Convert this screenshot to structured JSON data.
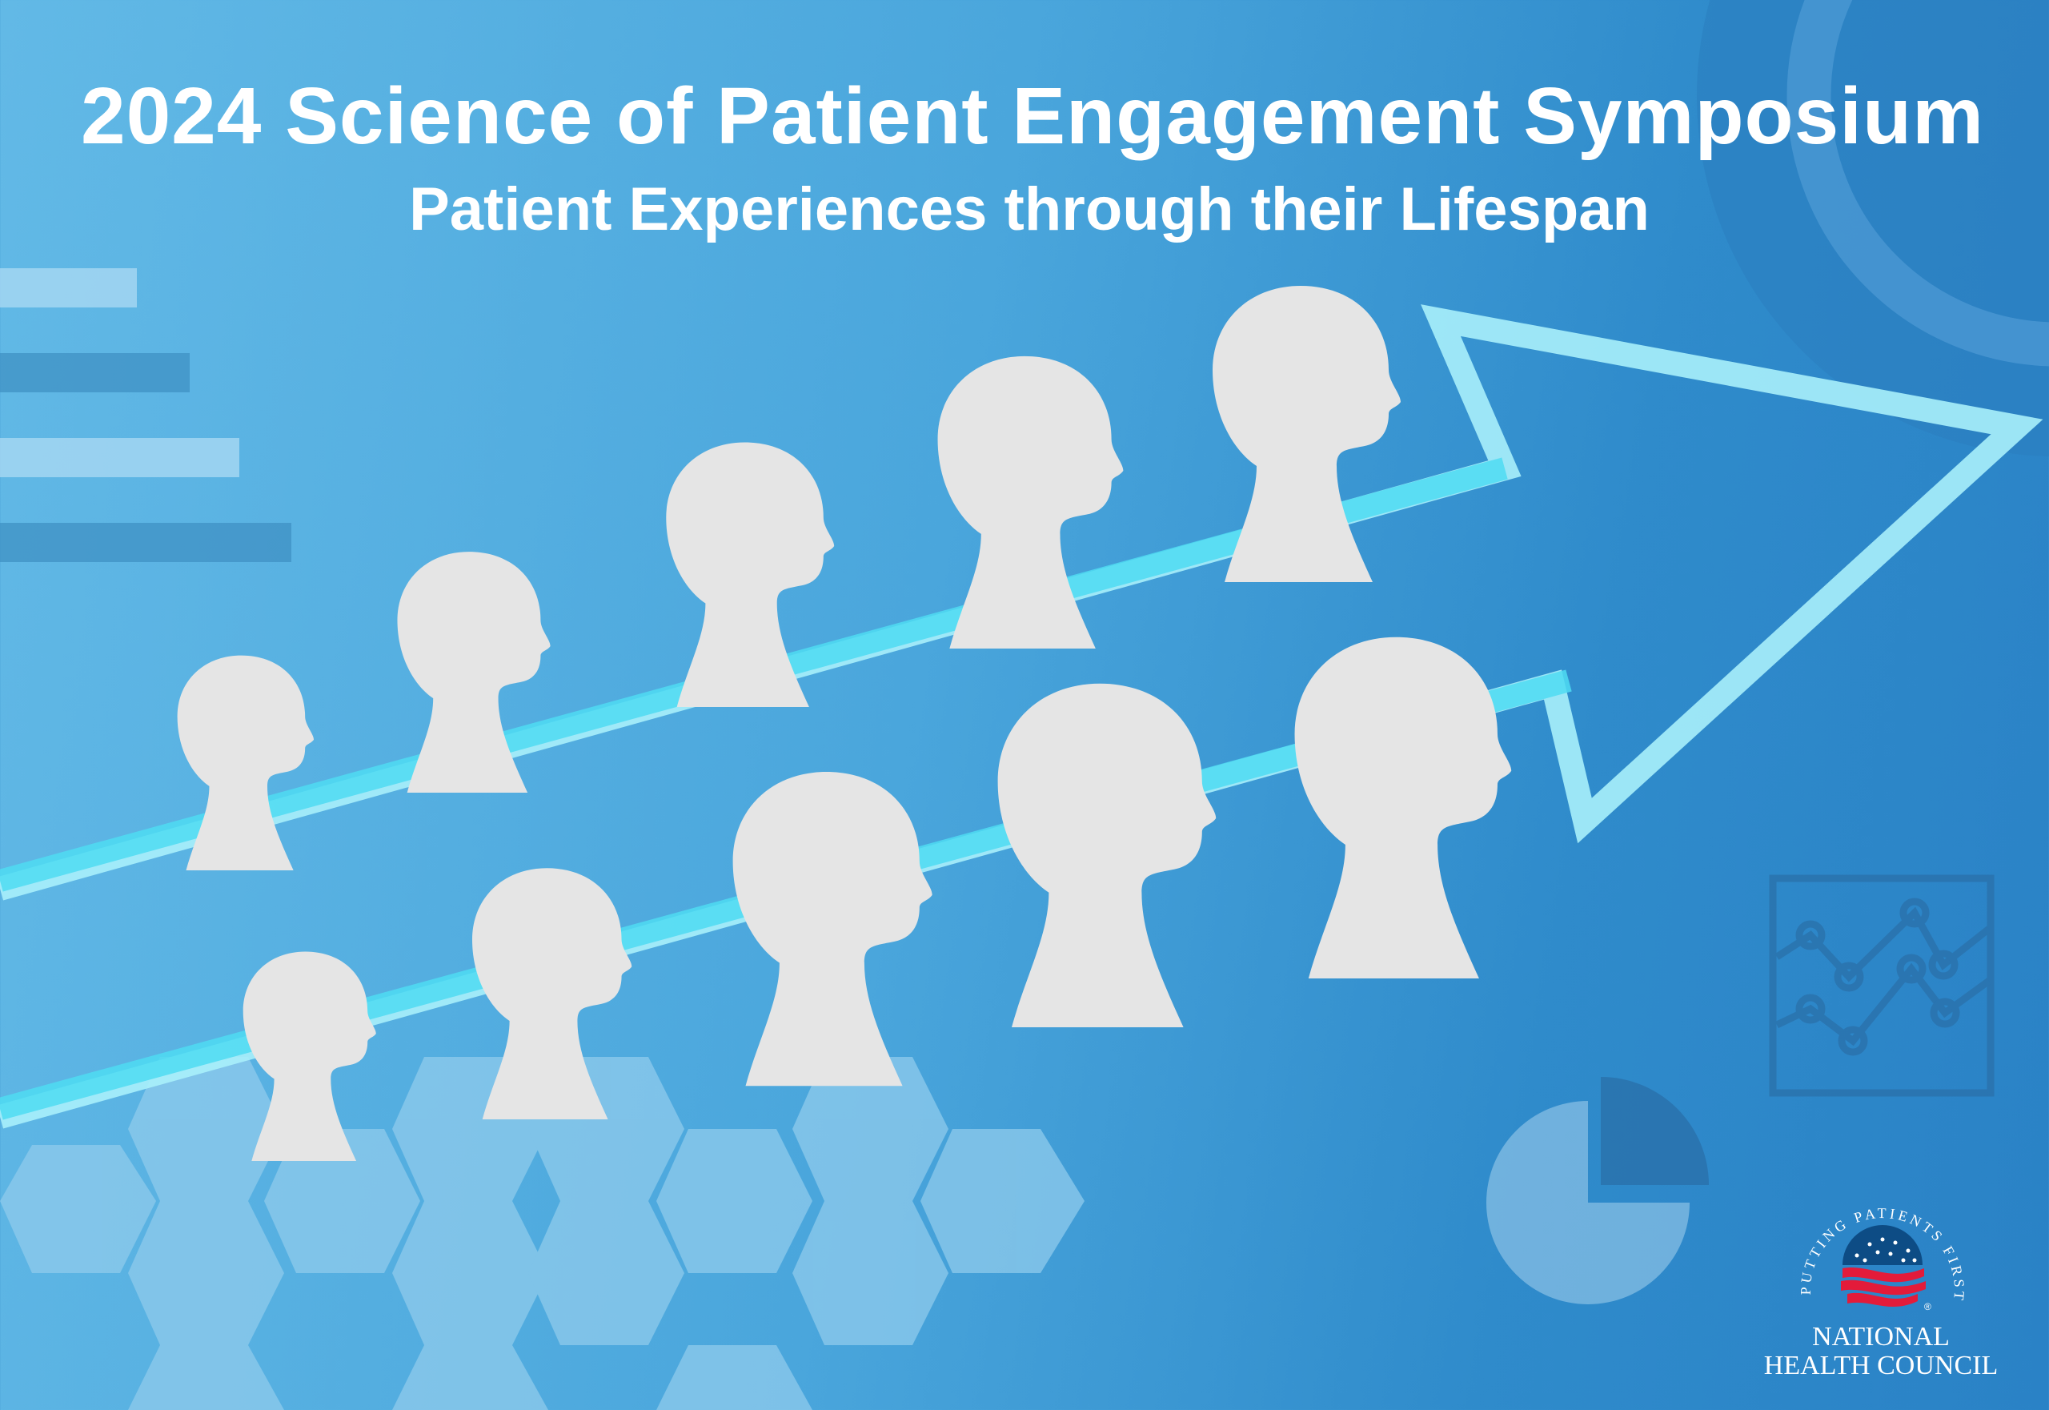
{
  "header": {
    "title": "2024 Science of Patient Engagement Symposium",
    "subtitle": "Patient Experiences through their Lifespan"
  },
  "logo": {
    "tagline": "PUTTING PATIENTS FIRST",
    "name_line1": "NATIONAL",
    "name_line2": "HEALTH COUNCIL",
    "registered_mark": "®"
  },
  "colors": {
    "accent_line": "#4fdcf3",
    "silhouette": "#e5e5e5",
    "logo_red": "#e31b3a",
    "logo_navy": "#0d4c85"
  }
}
